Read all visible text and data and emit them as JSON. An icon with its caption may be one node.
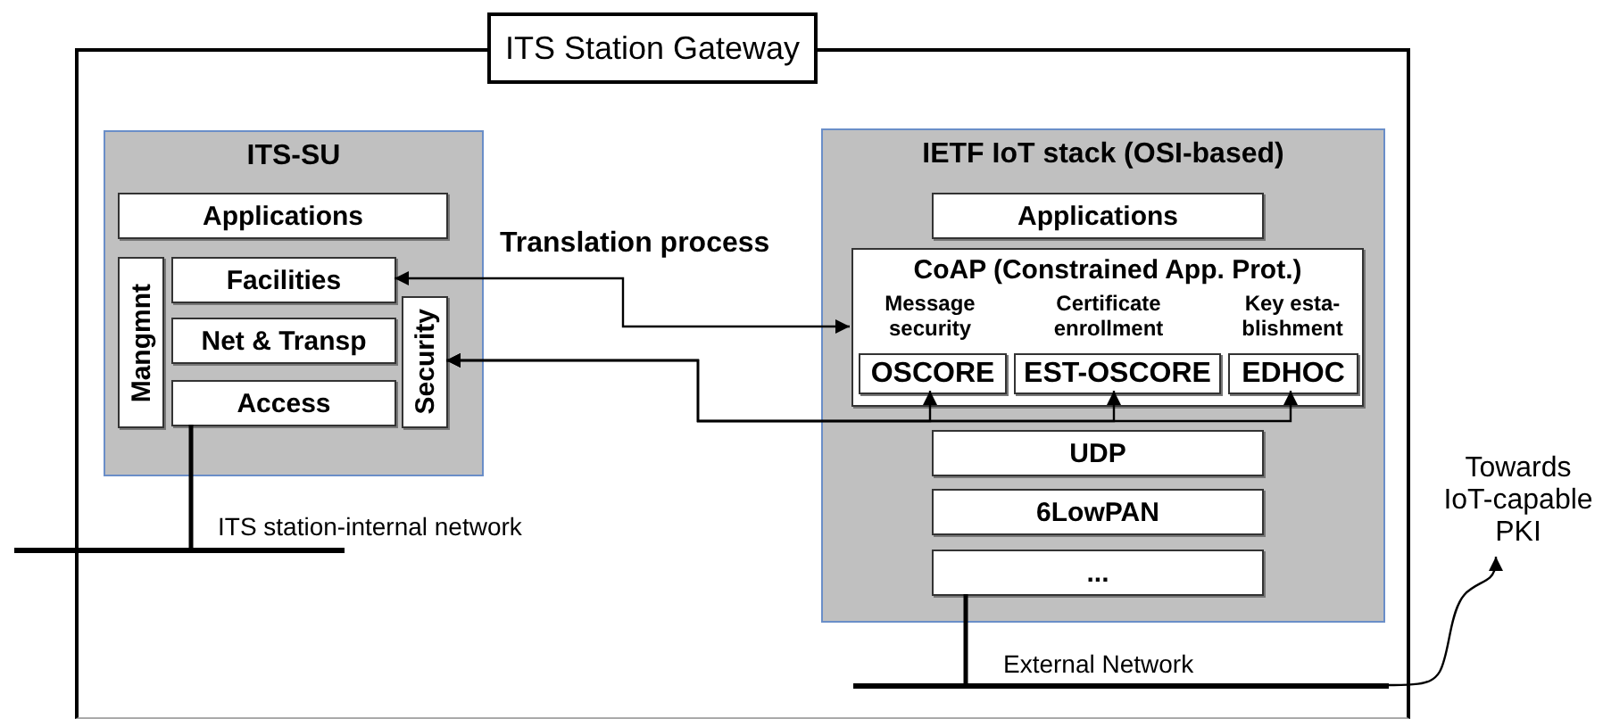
{
  "diagram": {
    "nodes": [
      {
        "text": [
          "ITS Station Gateway"
        ]
      },
      {
        "text": [
          "ITS-SU"
        ],
        "in": 0
      },
      {
        "text": [
          "Applications"
        ],
        "in": 1
      },
      {
        "text": [
          "Mangmnt"
        ],
        "in": 1
      },
      {
        "text": [
          "Facilities"
        ],
        "in": 1
      },
      {
        "text": [
          "Net & Transp"
        ],
        "in": 1
      },
      {
        "text": [
          "Access"
        ],
        "in": 1
      },
      {
        "text": [
          "Security"
        ],
        "in": 1
      },
      {
        "text": [
          "IETF IoT stack  (OSI-based)"
        ],
        "in": 0
      },
      {
        "text": [
          "Applications"
        ],
        "in": 8
      },
      {
        "text": [
          "CoAP (Constrained App. Prot.)"
        ],
        "in": 8
      },
      {
        "text": [
          "OSCORE"
        ],
        "in": 10,
        "beside": [
          "Message security"
        ]
      },
      {
        "text": [
          "EST-OSCORE"
        ],
        "in": 10,
        "beside": [
          "Certificate enrollment"
        ]
      },
      {
        "text": [
          "EDHOC"
        ],
        "in": 10,
        "beside": [
          "Key esta- blishment"
        ]
      },
      {
        "text": [
          "UDP"
        ],
        "in": 8
      },
      {
        "text": [
          "6LowPAN"
        ],
        "in": 8
      },
      {
        "text": [
          "..."
        ],
        "in": 8
      },
      {
        "text": [],
        "shape": "bar",
        "beside": [
          "ITS station-internal network"
        ]
      },
      {
        "text": [],
        "shape": "bar",
        "in": 0,
        "beside": [
          "External Network"
        ]
      },
      {
        "text": [
          "Towards IoT-capable PKI"
        ]
      }
    ],
    "edges": [
      {
        "from": 10,
        "to": 4,
        "arrow": "both",
        "label": "Translation process"
      },
      {
        "from": 11,
        "to": 7,
        "arrow": "both"
      },
      {
        "from": 12,
        "to": 7,
        "arrow": "both"
      },
      {
        "from": 13,
        "to": 7,
        "arrow": "both"
      },
      {
        "from": 6,
        "to": 17,
        "arrow": "none"
      },
      {
        "from": 16,
        "to": 18,
        "arrow": "none"
      },
      {
        "from": 18,
        "to": 19,
        "arrow": "to"
      }
    ]
  }
}
